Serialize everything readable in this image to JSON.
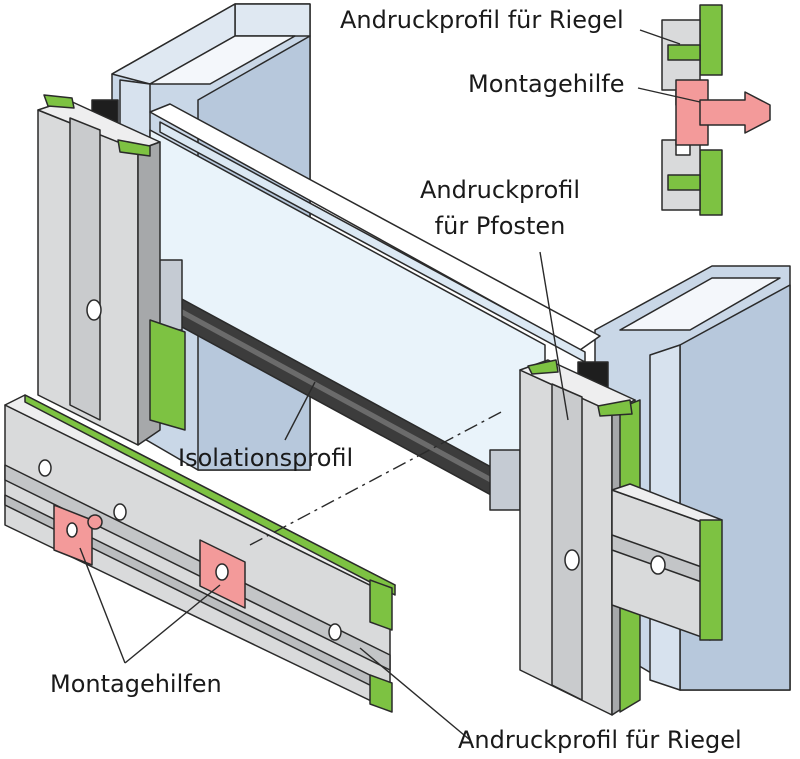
{
  "labels": {
    "andruckprofil_riegel_top": "Andruckprofil für Riegel",
    "montagehilfe": "Montagehilfe",
    "andruckprofil_pfosten_line1": "Andruckprofil",
    "andruckprofil_pfosten_line2": "für Pfosten",
    "isolationsprofil": "Isolationsprofil",
    "montagehilfen": "Montagehilfen",
    "andruckprofil_riegel_bottom": "Andruckprofil für Riegel"
  },
  "colors": {
    "aluminium": "#d9dadb",
    "aluminium_light": "#eeeeef",
    "aluminium_dark": "#a6a8aa",
    "steel_post": "#c9d7e7",
    "steel_post_dark": "#9fb2c8",
    "glass": "#e9f3fa",
    "gasket_green": "#7dc242",
    "insulation_dark": "#3c3c3c",
    "black_block": "#1e1e1e",
    "montagehilfe_pink": "#f39a9a",
    "outline": "#2a2a2a"
  }
}
